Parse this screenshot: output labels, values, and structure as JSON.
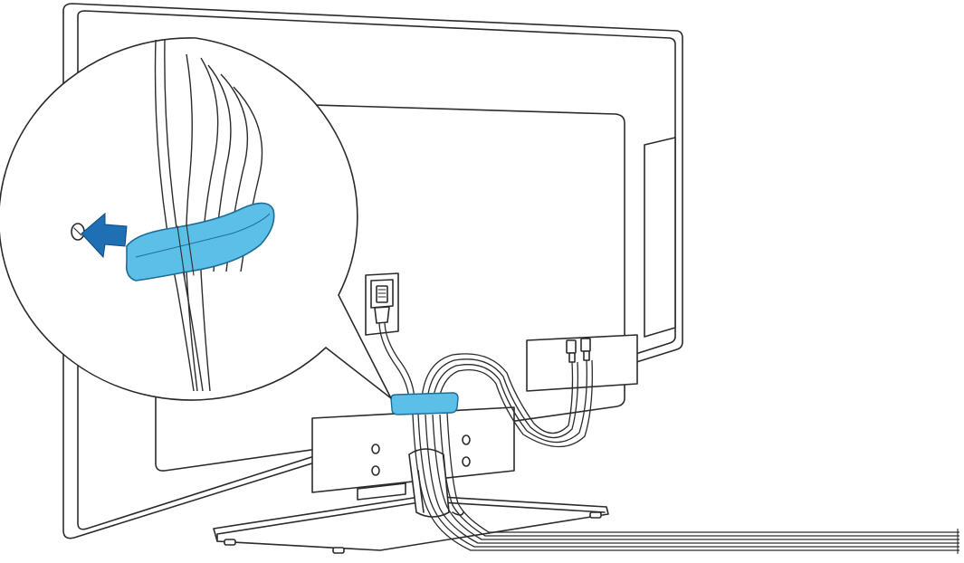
{
  "figure": {
    "subject": "tv-back-cable-management",
    "colors": {
      "line": "#2b2b2b",
      "background": "#ffffff",
      "clip_fill": "#5bbfe8",
      "clip_stroke": "#1e6d96",
      "arrow_fill": "#1f6fb5"
    },
    "icons": [
      "arrow-icon",
      "cable-clip",
      "screw-hole"
    ]
  }
}
